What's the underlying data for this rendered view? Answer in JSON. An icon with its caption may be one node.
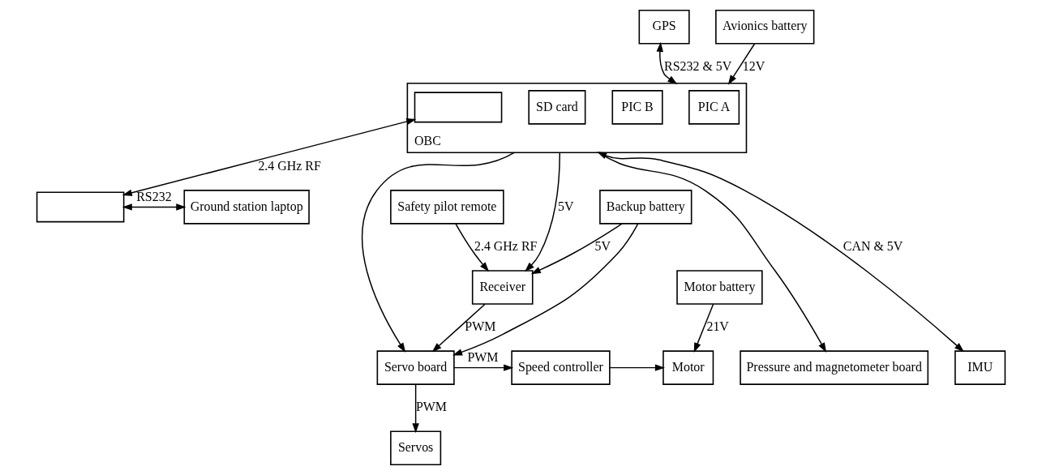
{
  "diagram": {
    "nodes": [
      {
        "text": [],
        "shape": "box"
      },
      {
        "text": [
          "Ground station laptop"
        ]
      },
      {
        "text": [
          "Safety pilot remote"
        ]
      },
      {
        "text": [
          "GPS"
        ]
      },
      {
        "text": [
          "OBC"
        ]
      },
      {
        "text": [
          "PIC A"
        ],
        "in": 4
      },
      {
        "text": [
          "PIC B"
        ],
        "in": 4
      },
      {
        "text": [],
        "shape": "box",
        "in": 4
      },
      {
        "text": [
          "SD card"
        ],
        "in": 4
      },
      {
        "text": [
          "Avionics battery"
        ]
      },
      {
        "text": [
          "Receiver"
        ]
      },
      {
        "text": [
          "Backup battery"
        ]
      },
      {
        "text": [
          "Motor battery"
        ]
      },
      {
        "text": [
          "Pressure and magnetometer board"
        ]
      },
      {
        "text": [
          "IMU"
        ]
      },
      {
        "text": [
          "Servo board"
        ]
      },
      {
        "text": [
          "Speed controller"
        ]
      },
      {
        "text": [
          "Motor"
        ]
      },
      {
        "text": [
          "Servos"
        ]
      }
    ],
    "edges": [
      {
        "from": 7,
        "to": 0,
        "arrow": "both",
        "label": "2.4 GHz RF"
      },
      {
        "from": 0,
        "to": 1,
        "arrow": "both",
        "label": "RS232"
      },
      {
        "from": 2,
        "to": 10,
        "arrow": "to",
        "label": "2.4 GHz RF"
      },
      {
        "from": 3,
        "to": 4,
        "arrow": "both",
        "label": "RS232 & 5V"
      },
      {
        "from": 9,
        "to": 4,
        "arrow": "to",
        "label": "12V"
      },
      {
        "from": 4,
        "to": 10,
        "arrow": "to",
        "label": "5V"
      },
      {
        "from": 11,
        "to": 10,
        "arrow": "to",
        "label": "5V"
      },
      {
        "from": 11,
        "to": 15,
        "arrow": "to"
      },
      {
        "from": 10,
        "to": 15,
        "arrow": "to",
        "label": "PWM"
      },
      {
        "from": 4,
        "to": 14,
        "arrow": "both",
        "label": "CAN & 5V"
      },
      {
        "from": 4,
        "to": 13,
        "arrow": "to"
      },
      {
        "from": 4,
        "to": 15,
        "arrow": "to"
      },
      {
        "from": 12,
        "to": 17,
        "arrow": "to",
        "label": "21V"
      },
      {
        "from": 15,
        "to": 16,
        "arrow": "to",
        "label": "PWM"
      },
      {
        "from": 16,
        "to": 17,
        "arrow": "to"
      },
      {
        "from": 15,
        "to": 18,
        "arrow": "to",
        "label": "PWM"
      }
    ]
  }
}
